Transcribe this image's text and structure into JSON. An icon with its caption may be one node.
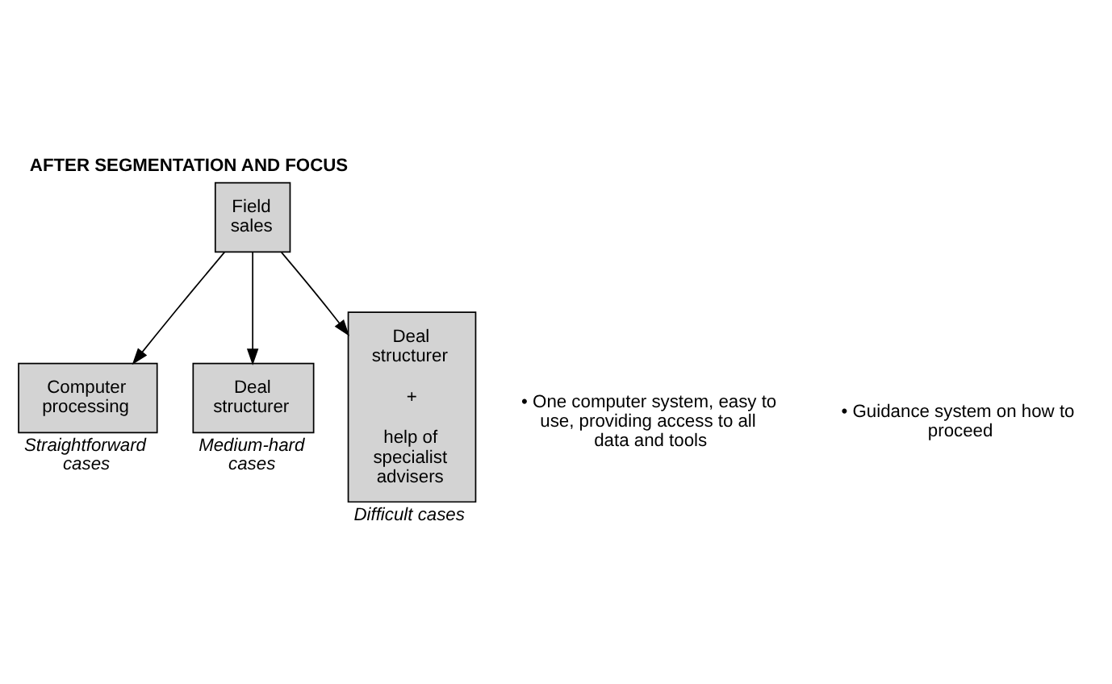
{
  "diagram": {
    "title": "AFTER SEGMENTATION AND FOCUS",
    "nodes": [
      {
        "text": [
          "Field sales"
        ]
      },
      {
        "text": [
          "Computer processing"
        ],
        "beside": [
          "Straightforward cases"
        ]
      },
      {
        "text": [
          "Deal structurer"
        ],
        "beside": [
          "Medium-hard cases"
        ]
      },
      {
        "text": [
          "Deal structurer",
          "+",
          "help of specialist advisers"
        ],
        "beside": [
          "Difficult cases"
        ]
      }
    ],
    "edges": [
      {
        "from": 0,
        "to": 1,
        "arrow": "to"
      },
      {
        "from": 0,
        "to": 2,
        "arrow": "to"
      },
      {
        "from": 0,
        "to": 3,
        "arrow": "to"
      }
    ],
    "labels": [
      "• One computer system, easy to use, providing access to all data and tools",
      "• Guidance system on how to proceed"
    ]
  }
}
